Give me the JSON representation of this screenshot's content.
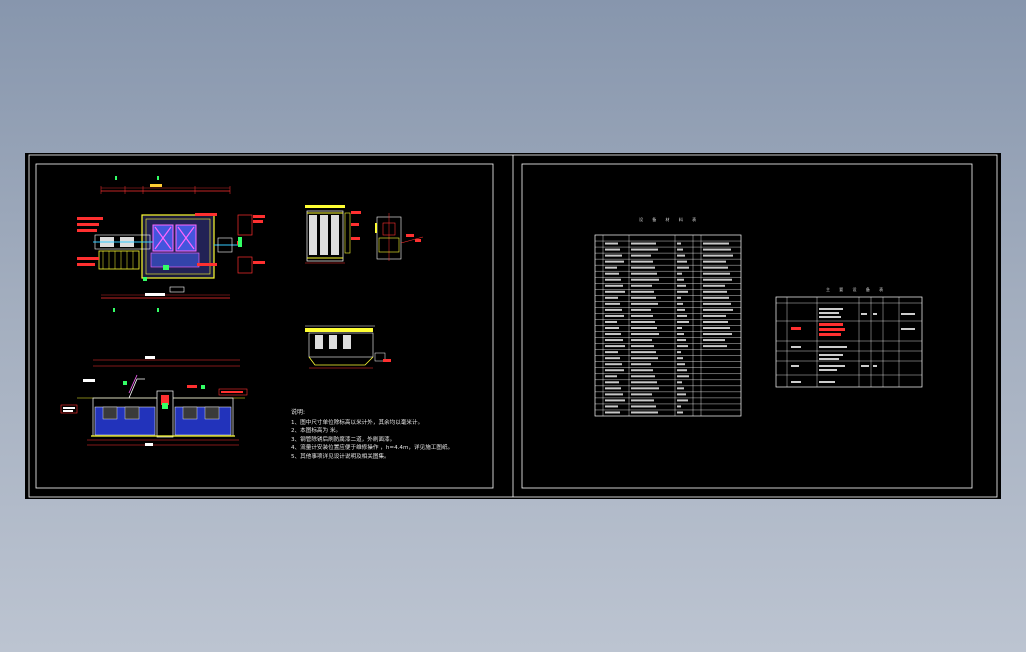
{
  "app": {
    "background_color": "#8a98ae",
    "canvas_color": "#000000"
  },
  "notes": {
    "title": "说明:",
    "items": [
      "1、图中尺寸单位除标高以米计外，其余均以毫米计。",
      "2、本图标高为 米。",
      "3、钢管除锈后刷防腐漆二道，外刷面漆。",
      "4、流量计安装位置应便于维修操作 ，h=4.4m，详见施工图纸。",
      "5、其他事项详见设计说明及相关图集。"
    ]
  },
  "tables": {
    "left_title": "设 备 材 料 表",
    "right_title": "主 要 设 备 表"
  }
}
